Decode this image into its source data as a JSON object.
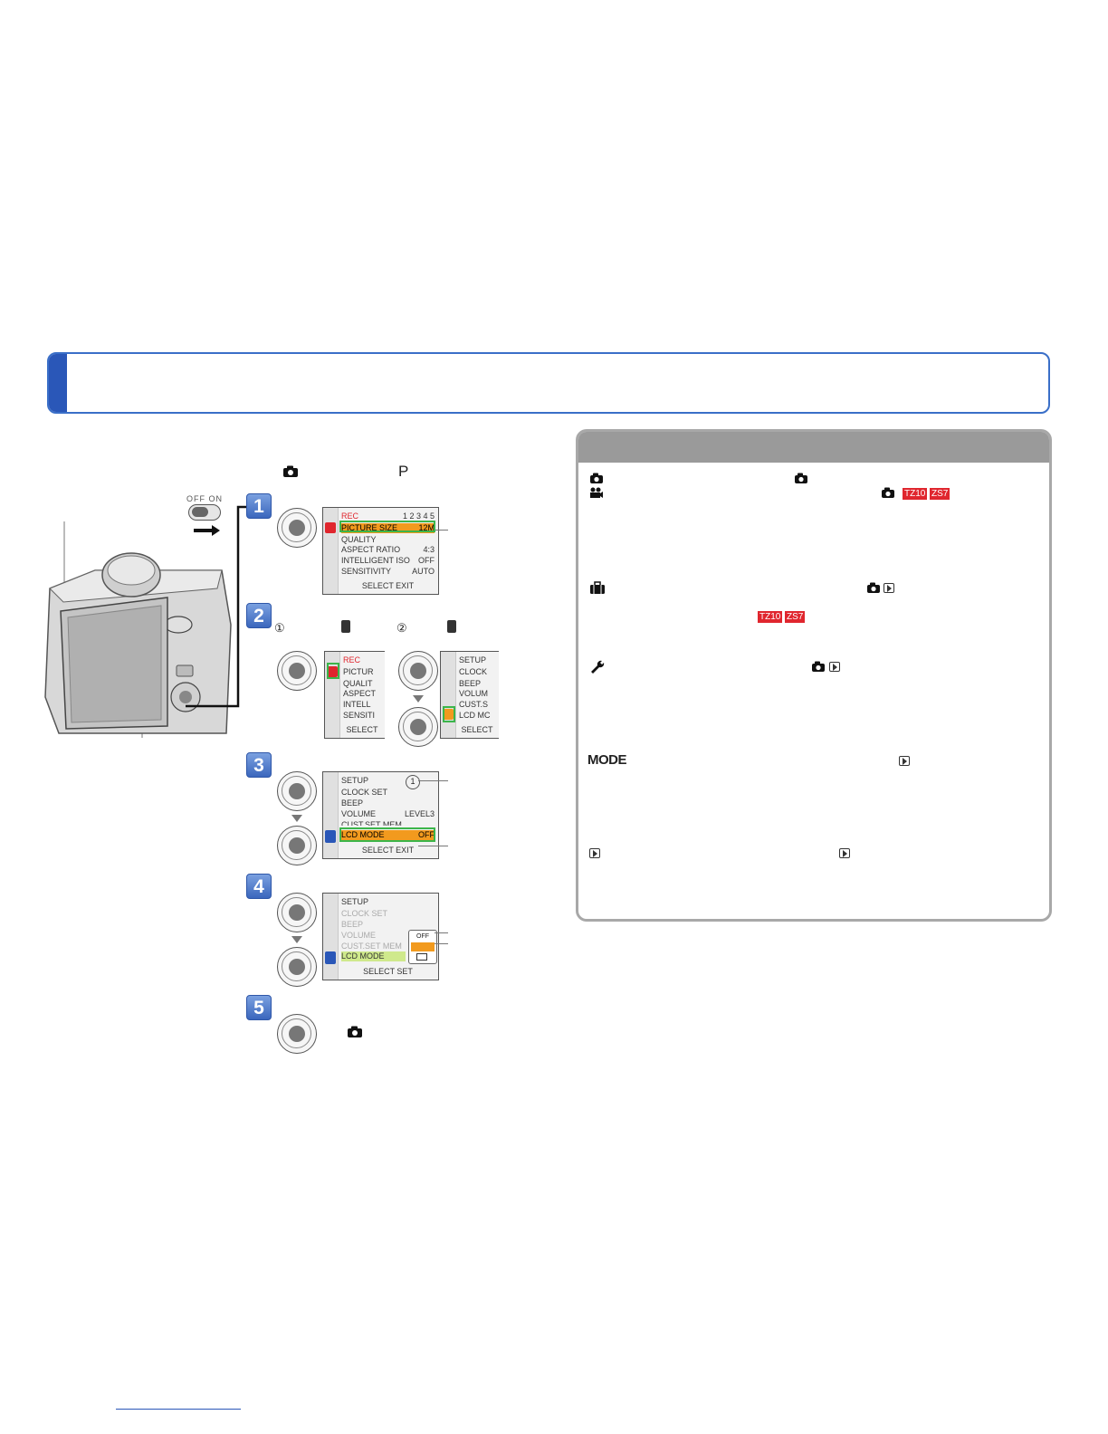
{
  "top_labels": {
    "mode_p": "P",
    "circle_1": "①",
    "circle_2": "②"
  },
  "power_switch": {
    "off": "OFF",
    "on": "ON"
  },
  "steps": [
    "1",
    "2",
    "3",
    "4",
    "5"
  ],
  "screen1": {
    "header": "REC",
    "pages": "1 2 3 4 5",
    "rows": [
      {
        "label": "PICTURE SIZE",
        "value": "12M"
      },
      {
        "label": "QUALITY",
        "value": ""
      },
      {
        "label": "ASPECT RATIO",
        "value": "4:3"
      },
      {
        "label": "INTELLIGENT ISO",
        "value": "OFF"
      },
      {
        "label": "SENSITIVITY",
        "value": "AUTO"
      }
    ],
    "footer": "SELECT EXIT"
  },
  "screen2a": {
    "header": "REC",
    "rows": [
      "PICTUR",
      "QUALIT",
      "ASPECT",
      "INTELL",
      "SENSITI"
    ],
    "footer": "SELECT"
  },
  "screen2b": {
    "header": "SETUP",
    "rows": [
      "CLOCK",
      "BEEP",
      "VOLUM",
      "CUST.S",
      "LCD MC"
    ],
    "footer": "SELECT"
  },
  "screen3": {
    "header": "SETUP",
    "page_circle": "1",
    "rows": [
      {
        "label": "CLOCK SET",
        "value": ""
      },
      {
        "label": "BEEP",
        "value": ""
      },
      {
        "label": "VOLUME",
        "value": "LEVEL3"
      },
      {
        "label": "CUST.SET MEM.",
        "value": ""
      },
      {
        "label": "LCD MODE",
        "value": "OFF"
      }
    ],
    "footer": "SELECT EXIT"
  },
  "screen4": {
    "header": "SETUP",
    "rows": [
      "CLOCK SET",
      "BEEP",
      "VOLUME",
      "CUST.SET MEM",
      "LCD MODE"
    ],
    "options": [
      "OFF",
      "",
      ""
    ],
    "footer": "SELECT SET"
  },
  "panel": {
    "model_tags": [
      "TZ10",
      "ZS7"
    ],
    "mode_word": "MODE"
  },
  "colors": {
    "accent_blue": "#2a57b8",
    "highlight_orange": "#f29a1e",
    "model_tag_red": "#e0262e",
    "panel_header_gray": "#9a9a9a"
  }
}
